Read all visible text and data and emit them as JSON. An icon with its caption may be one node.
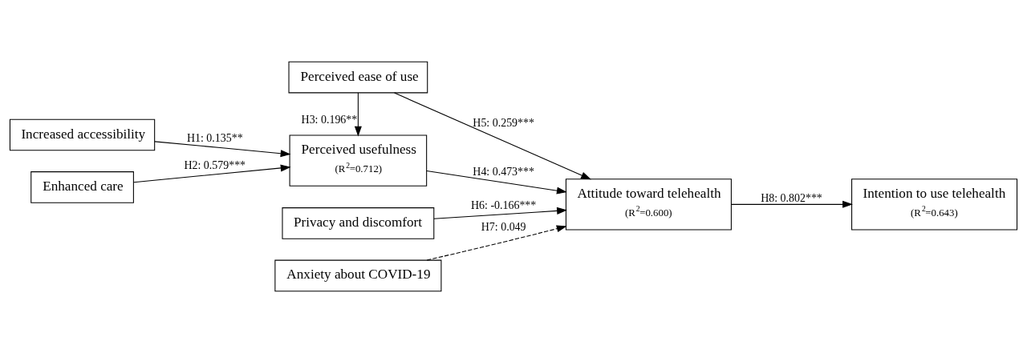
{
  "diagram": {
    "nodes": [
      {
        "text": [
          "Increased accessibility"
        ]
      },
      {
        "text": [
          "Enhanced care"
        ]
      },
      {
        "text": [
          "Perceived usefulness",
          "(R$^{2}$=0.712)"
        ]
      },
      {
        "text": [
          "Perceived ease of use"
        ]
      },
      {
        "text": [
          "Privacy and discomfort"
        ]
      },
      {
        "text": [
          "Anxiety about COVID-19"
        ]
      },
      {
        "text": [
          "Attitude toward telehealth",
          "(R$^{2}$=0.600)"
        ]
      },
      {
        "text": [
          "Intention to use telehealth",
          "(R$^{2}$=0.643)"
        ]
      }
    ],
    "edges": [
      {
        "from": 0,
        "to": 2,
        "arrow": "to",
        "label": "H1: 0.135**"
      },
      {
        "from": 1,
        "to": 2,
        "arrow": "to",
        "label": "H2: 0.579***"
      },
      {
        "from": 3,
        "to": 2,
        "arrow": "to",
        "label": "H3: 0.196**"
      },
      {
        "from": 2,
        "to": 6,
        "arrow": "to",
        "label": "H4: 0.473***"
      },
      {
        "from": 3,
        "to": 6,
        "arrow": "to",
        "label": "H5: 0.259***"
      },
      {
        "from": 4,
        "to": 6,
        "arrow": "to",
        "label": "H6: -0.166***"
      },
      {
        "from": 5,
        "to": 6,
        "arrow": "to",
        "label": "H7: 0.049",
        "style": "dashed"
      },
      {
        "from": 6,
        "to": 7,
        "arrow": "to",
        "label": "H8: 0.802***"
      }
    ]
  }
}
